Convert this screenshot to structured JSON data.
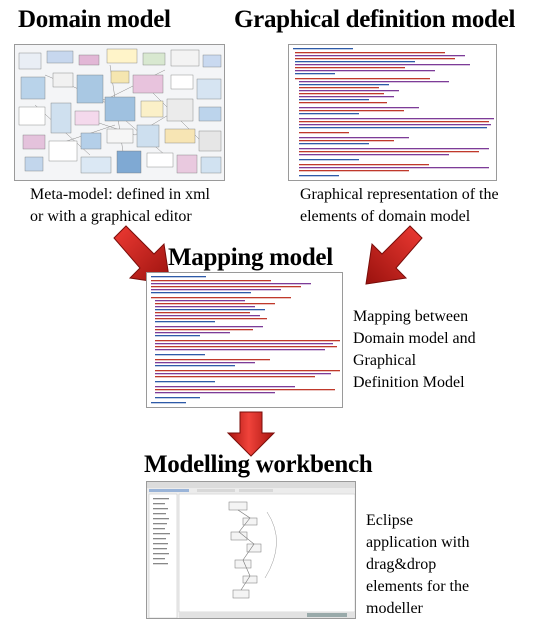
{
  "domain_model": {
    "heading": "Domain model",
    "caption_line1": "Meta-model: defined in xml",
    "caption_line2": "or with a graphical editor"
  },
  "graphical_model": {
    "heading": "Graphical definition model",
    "caption_line1": "Graphical representation of the",
    "caption_line2": "elements of  domain model"
  },
  "mapping_model": {
    "heading": "Mapping model",
    "caption_lines": [
      "Mapping between",
      "Domain model and",
      "Graphical",
      "Definition Model"
    ]
  },
  "workbench": {
    "heading": "Modelling workbench",
    "caption_lines": [
      "Eclipse",
      "application with",
      "drag&drop",
      "elements for the",
      "modeller"
    ]
  },
  "colors": {
    "arrow_red": "#d0201c",
    "arrow_dark": "#8e0f0c",
    "xml_red": "#c0392b",
    "xml_purple": "#7d3c98",
    "xml_blue": "#2e5aa8"
  }
}
